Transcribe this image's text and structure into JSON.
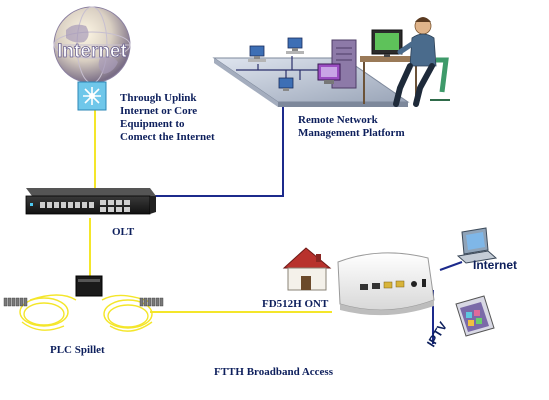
{
  "labels": {
    "uplink_line1": "Through Uplink",
    "uplink_line2": "Internet or Core",
    "uplink_line3": "Equipment to",
    "uplink_line4": "Comect the Internet",
    "nms_line1": "Remote Network",
    "nms_line2": "Management Platform",
    "olt": "OLT",
    "ont": "FD512H ONT",
    "splitter": "PLC Spillet",
    "internet_device": "Internet",
    "iptv_device": "IPTV",
    "caption": "FTTH Broadband Access"
  },
  "globe_text": "Internet",
  "colors": {
    "fiber": "#f4e62a",
    "ethernet": "#1c2a8c",
    "label": "#0d1f5c",
    "platform": "#b9c3d4"
  }
}
